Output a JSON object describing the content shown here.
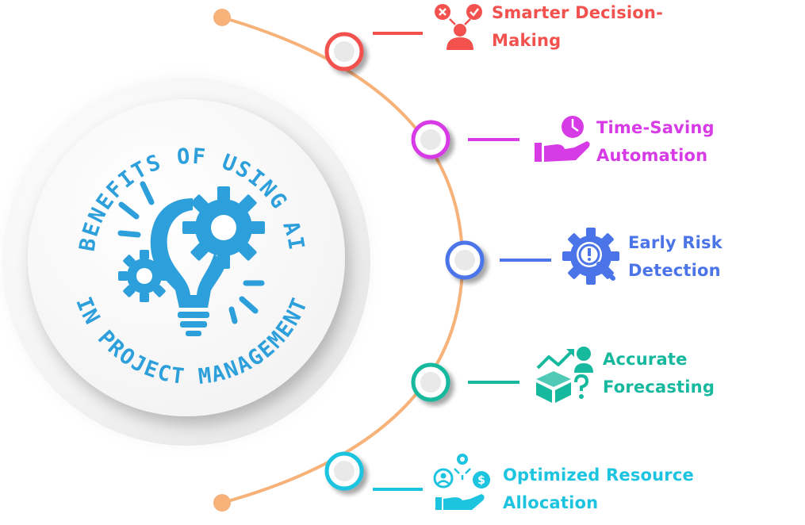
{
  "diagram": {
    "title_top": "BENEFITS OF USING AI",
    "title_bottom": "IN PROJECT MANAGEMENT",
    "center_icon": "lightbulb-gears-icon",
    "accent_color": "#2d9fdb",
    "arc_color": "#f7b27a",
    "items": [
      {
        "line1": "Smarter Decision-",
        "line2": "Making",
        "color": "#f2514e",
        "icon": "decision-person-icon"
      },
      {
        "line1": "Time-Saving",
        "line2": "Automation",
        "color": "#d73be6",
        "icon": "hand-clock-icon"
      },
      {
        "line1": "Early Risk",
        "line2": "Detection",
        "color": "#4b74e8",
        "icon": "gear-warning-icon"
      },
      {
        "line1": "Accurate",
        "line2": "Forecasting",
        "color": "#16b89e",
        "icon": "forecast-box-icon"
      },
      {
        "line1": "Optimized Resource",
        "line2": "Allocation",
        "color": "#1dc4e0",
        "icon": "resource-hand-icon"
      }
    ]
  }
}
